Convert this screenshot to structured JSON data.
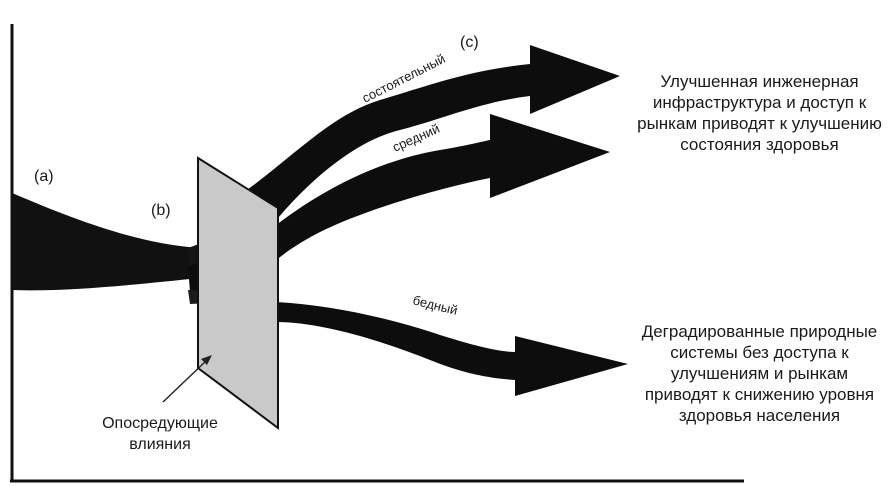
{
  "markers": {
    "a": "(a)",
    "b": "(b)",
    "c": "(c)"
  },
  "streams": {
    "wealthy": "состоятельный",
    "middle": "средний",
    "poor": "бедный"
  },
  "outcome_top": [
    "Улучшенная инженерная",
    "инфраструктура и доступ к",
    "рынкам приводят к улучшению",
    "состояния здоровья"
  ],
  "outcome_bottom": [
    "Деградированные природные",
    "системы без доступа к",
    "улучшениям и рынкам",
    "приводят к снижению уровня",
    "здоровья населения"
  ],
  "mediator_label": [
    "Опосредующие",
    "влияния"
  ]
}
